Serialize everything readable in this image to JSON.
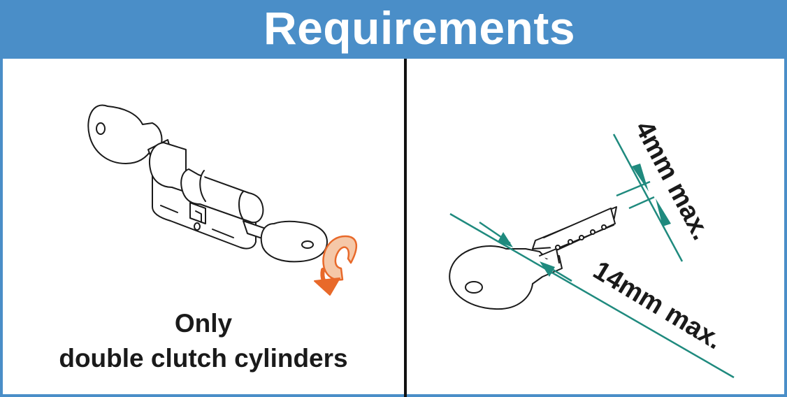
{
  "header": {
    "title": "Requirements"
  },
  "left_panel": {
    "caption_line1": "Only",
    "caption_line2": "double clutch cylinders",
    "illustration": "key-cylinder-with-rotation-arrow"
  },
  "right_panel": {
    "label_thickness": "4mm max.",
    "label_width": "14mm max.",
    "illustration": "key-with-dimension-lines"
  },
  "colors": {
    "header_bg": "#4a8ec8",
    "dimension": "#1f8a7e",
    "arrow_fill": "#f5c8a8",
    "arrow_stroke": "#e8692a",
    "line": "#1a1a1a"
  }
}
